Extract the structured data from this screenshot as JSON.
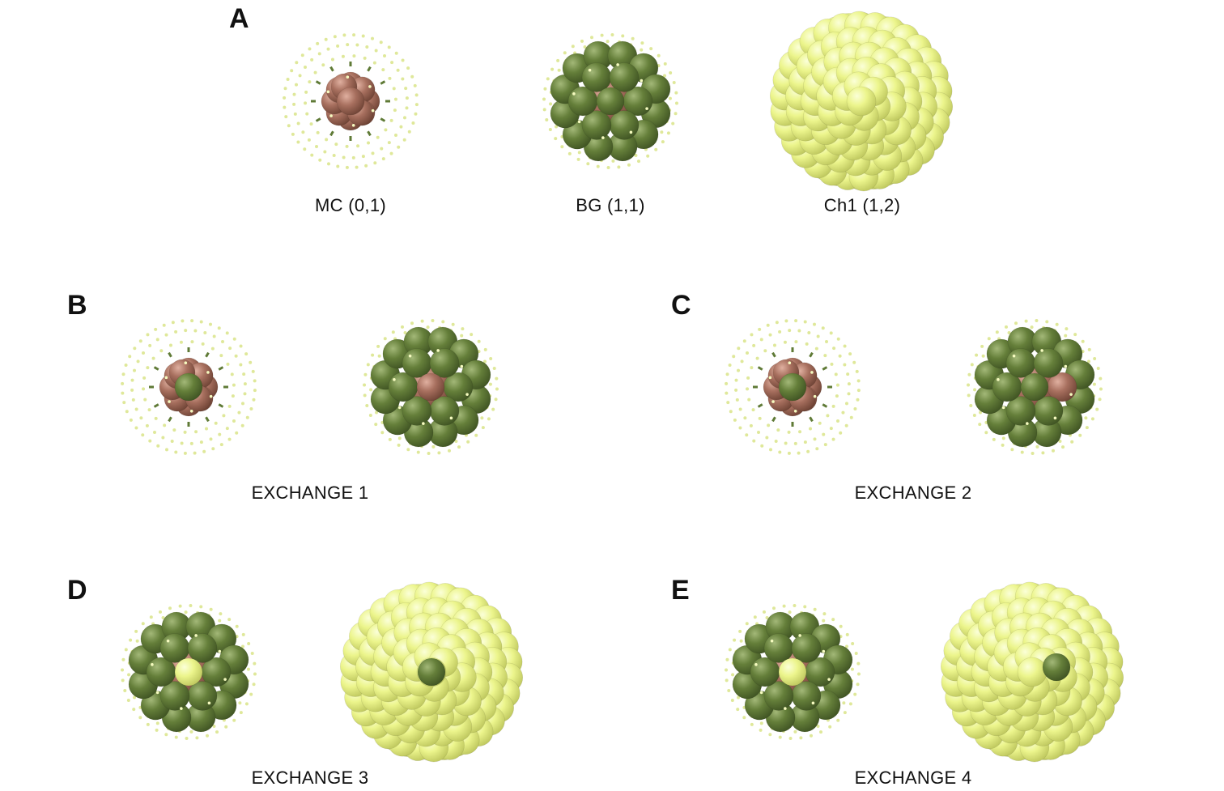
{
  "panels": {
    "a": {
      "letter": "A",
      "captions": [
        "MC (0,1)",
        "BG (1,1)",
        "Ch1 (1,2)"
      ]
    },
    "b": {
      "letter": "B",
      "caption": "EXCHANGE 1"
    },
    "c": {
      "letter": "C",
      "caption": "EXCHANGE 2"
    },
    "d": {
      "letter": "D",
      "caption": "EXCHANGE 3"
    },
    "e": {
      "letter": "E",
      "caption": "EXCHANGE 4"
    }
  },
  "colors": {
    "brown": "#a8705f",
    "dark_green": "#5f7a36",
    "light_yellow": "#ecf58c",
    "small_dot": "#dfe89a"
  },
  "clusters": [
    {
      "id": "mc",
      "type": "brown-core"
    },
    {
      "id": "bg",
      "type": "green-shell"
    },
    {
      "id": "ch1",
      "type": "yellow-large"
    },
    {
      "id": "ex1-left",
      "type": "brown-core",
      "swap": "green-center"
    },
    {
      "id": "ex1-right",
      "type": "green-shell",
      "swap": "brown-center"
    },
    {
      "id": "ex2-left",
      "type": "brown-core",
      "swap": "green-center"
    },
    {
      "id": "ex2-right",
      "type": "green-shell",
      "swap": "brown-offset"
    },
    {
      "id": "ex3-left",
      "type": "green-shell",
      "swap": "yellow-center"
    },
    {
      "id": "ex3-right",
      "type": "yellow-large",
      "swap": "green-center"
    },
    {
      "id": "ex4-left",
      "type": "green-shell",
      "swap": "yellow-center"
    },
    {
      "id": "ex4-right",
      "type": "yellow-large",
      "swap": "green-offset"
    }
  ]
}
